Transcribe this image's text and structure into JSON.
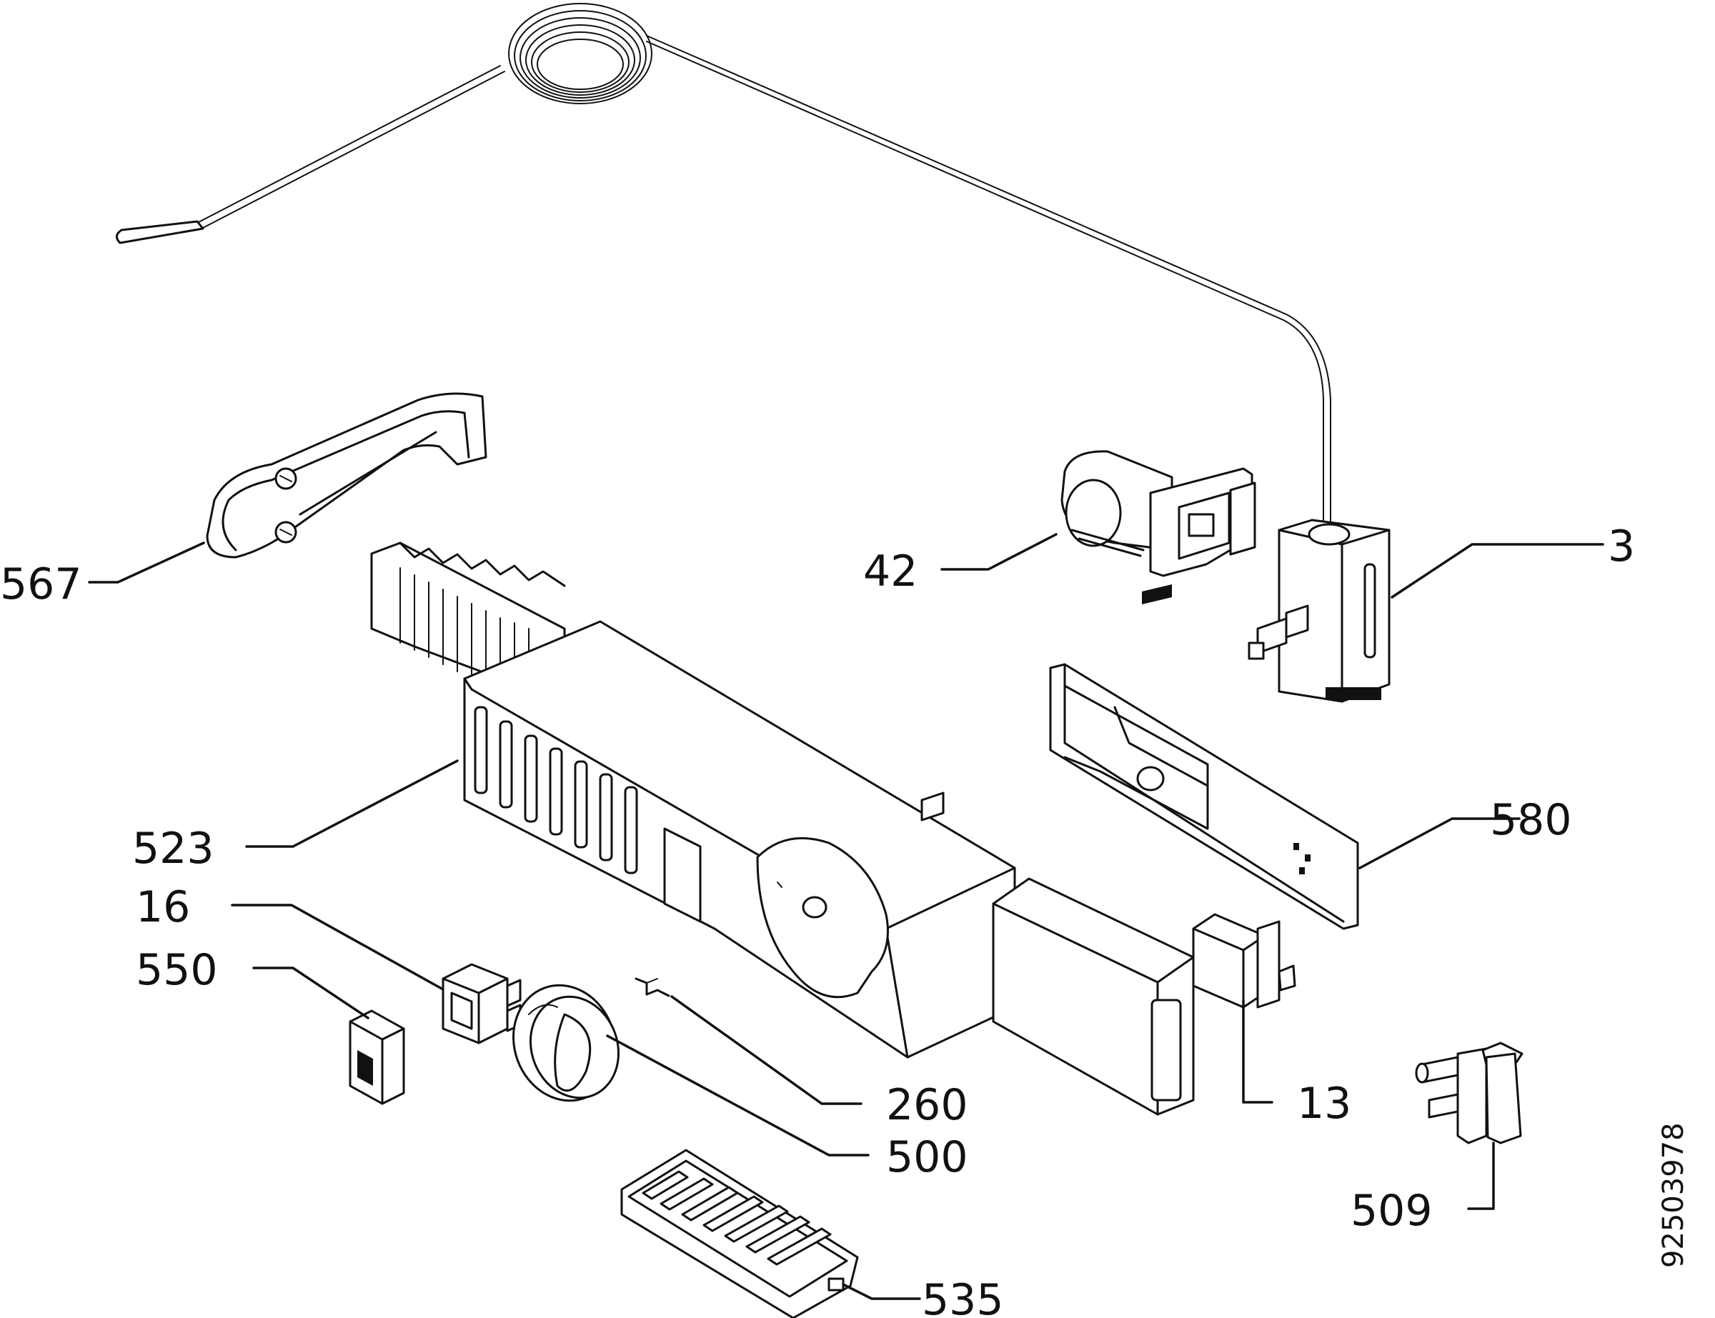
{
  "callouts": {
    "c3": "3",
    "c13": "13",
    "c16": "16",
    "c42": "42",
    "c260": "260",
    "c500": "500",
    "c509": "509",
    "c523": "523",
    "c535": "535",
    "c550": "550",
    "c567": "567",
    "c580": "580"
  },
  "document_number": "92503978"
}
